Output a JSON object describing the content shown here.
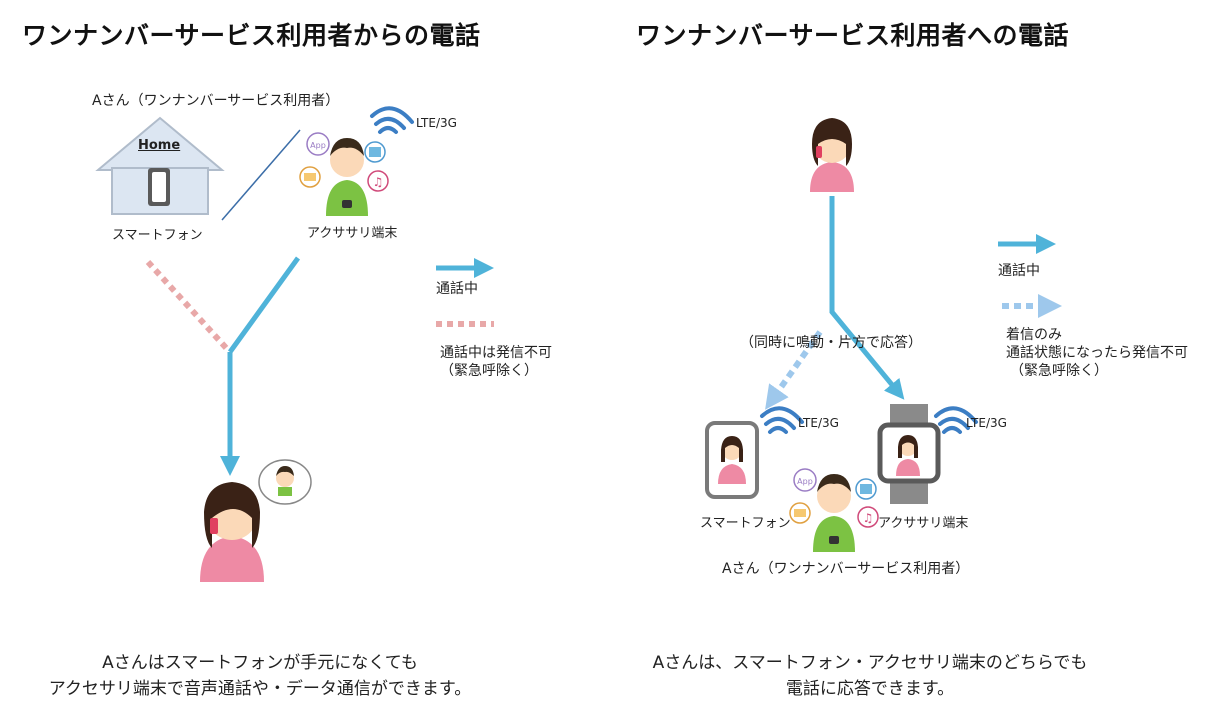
{
  "left": {
    "title": "ワンナンバーサービス利用者からの電話",
    "user_label": "Aさん（ワンナンバーサービス利用者）",
    "home_label": "Home",
    "smartphone_label": "スマートフォン",
    "accessory_label": "アクササリ端末",
    "lte_label": "LTE/3G",
    "app_badge": "App",
    "legend_calling": "通話中",
    "legend_no_outgoing_line1": "通話中は発信不可",
    "legend_no_outgoing_line2": "（緊急呼除く）",
    "caption_line1": "Aさんはスマートフォンが手元になくても",
    "caption_line2": "アクセサリ端末で音声通話や・データ通信ができます。"
  },
  "right": {
    "title": "ワンナンバーサービス利用者への電話",
    "simultaneous_label": "（同時に鳴動・片方で応答）",
    "lte_label_phone": "LTE/3G",
    "lte_label_watch": "LTE/3G",
    "smartphone_label": "スマートフォン",
    "accessory_label": "アクササリ端末",
    "app_badge": "App",
    "user_label": "Aさん（ワンナンバーサービス利用者）",
    "legend_calling": "通話中",
    "legend_incoming_line1": "着信のみ",
    "legend_incoming_line2": "通話状態になったら発信不可",
    "legend_incoming_line3": "（緊急呼除く）",
    "caption_line1": "Aさんは、スマートフォン・アクセサリ端末のどちらでも",
    "caption_line2": "電話に応答できます。"
  },
  "colors": {
    "call_line": "#4fb3d9",
    "dotted_pink": "#e8a8a8",
    "dotted_blue": "#9ec8ec",
    "wave_blue": "#3c7ec4",
    "house_fill": "#dce6f2",
    "house_stroke": "#b0bccb",
    "shirt_green": "#7cc243",
    "shirt_pink": "#ee8aa4"
  }
}
